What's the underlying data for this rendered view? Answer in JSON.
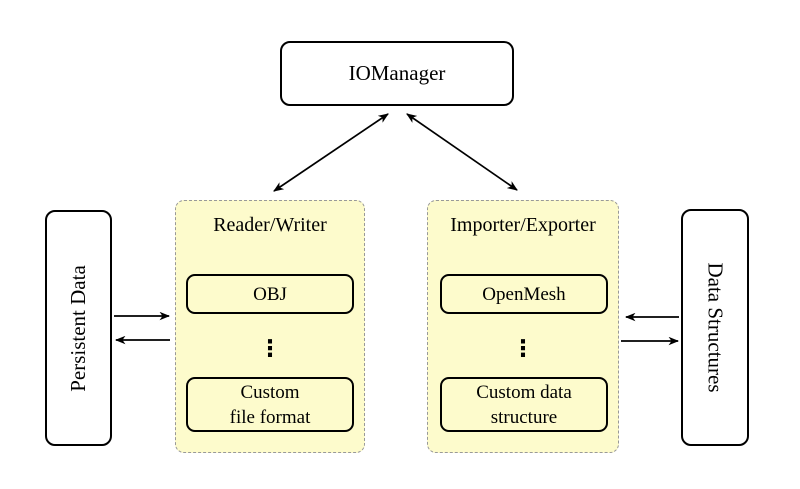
{
  "diagram": {
    "kind": "architecture-diagram",
    "colors": {
      "background": "#ffffff",
      "container_fill": "#fdfbcc",
      "container_border": "#999999",
      "node_fill": "#ffffff",
      "node_border": "#000000",
      "arrow": "#000000"
    },
    "nodes": {
      "iomanager": {
        "label": "IOManager"
      },
      "persistent_data": {
        "label": "Persistent Data"
      },
      "data_structures": {
        "label": "Data Structures"
      },
      "reader_writer": {
        "title": "Reader/Writer",
        "item_top": "OBJ",
        "ellipsis": "⋮",
        "item_bottom_line1": "Custom",
        "item_bottom_line2": "file format"
      },
      "importer_exporter": {
        "title": "Importer/Exporter",
        "item_top": "OpenMesh",
        "ellipsis": "⋮",
        "item_bottom_line1": "Custom data",
        "item_bottom_line2": "structure"
      }
    },
    "connections": [
      {
        "from": "iomanager",
        "to": "reader_writer",
        "direction": "bidirectional"
      },
      {
        "from": "iomanager",
        "to": "importer_exporter",
        "direction": "bidirectional"
      },
      {
        "from": "persistent_data",
        "to": "reader_writer",
        "direction": "forward"
      },
      {
        "from": "reader_writer",
        "to": "persistent_data",
        "direction": "forward"
      },
      {
        "from": "data_structures",
        "to": "importer_exporter",
        "direction": "forward"
      },
      {
        "from": "importer_exporter",
        "to": "data_structures",
        "direction": "forward"
      }
    ]
  }
}
